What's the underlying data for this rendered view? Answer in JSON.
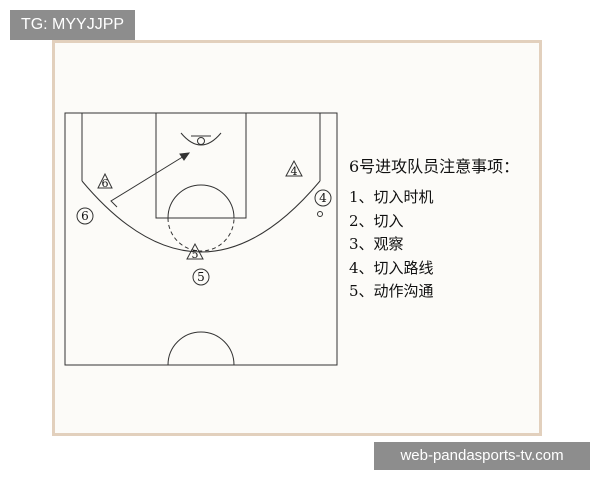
{
  "watermark_top": "TG: MYYJJPP",
  "watermark_bottom": "web-pandasports-tv.com",
  "board": {
    "title": "6号进攻队员注意事项：",
    "items": [
      "1、切入时机",
      "2、切入",
      "3、观察",
      "4、切入路线",
      "5、动作沟通"
    ]
  },
  "players": {
    "p6_triangle": "6",
    "p6_circle": "6",
    "p4_triangle": "4",
    "p4_circle": "4",
    "p5_triangle": "5",
    "p5_circle": "5"
  },
  "colors": {
    "board_border": "#e2d0bd",
    "line": "#333333",
    "tag_bg": "#8d8d8d"
  }
}
